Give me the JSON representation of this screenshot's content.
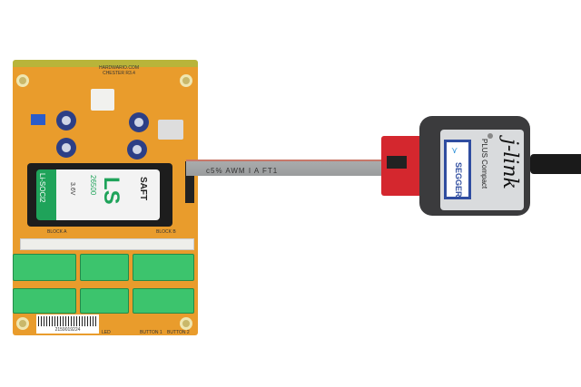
{
  "board": {
    "header_line1": "HARDWARIO.COM",
    "header_line2": "CHESTER R3.4",
    "block_labels": [
      "BLOCK A",
      "BLOCK B"
    ],
    "barcode_text": "2159019224",
    "led_label": "LED",
    "button_labels": [
      "BUTTON 1",
      "BUTTON 2"
    ]
  },
  "battery": {
    "brand": "SAFT",
    "model": "LS",
    "size": "26500",
    "voltage": "3.6V",
    "chemistry": "Li-SOCl2"
  },
  "cable": {
    "markings": "c5% AWM I A FT1"
  },
  "debugger": {
    "brand": "SEGGER",
    "product": "j-link",
    "variant": "PLUS Compact"
  },
  "colors": {
    "pcb": "#e99c2c",
    "terminal": "#3cc46d",
    "debugger": "#3b3b3d",
    "adapter": "#d4272e"
  }
}
